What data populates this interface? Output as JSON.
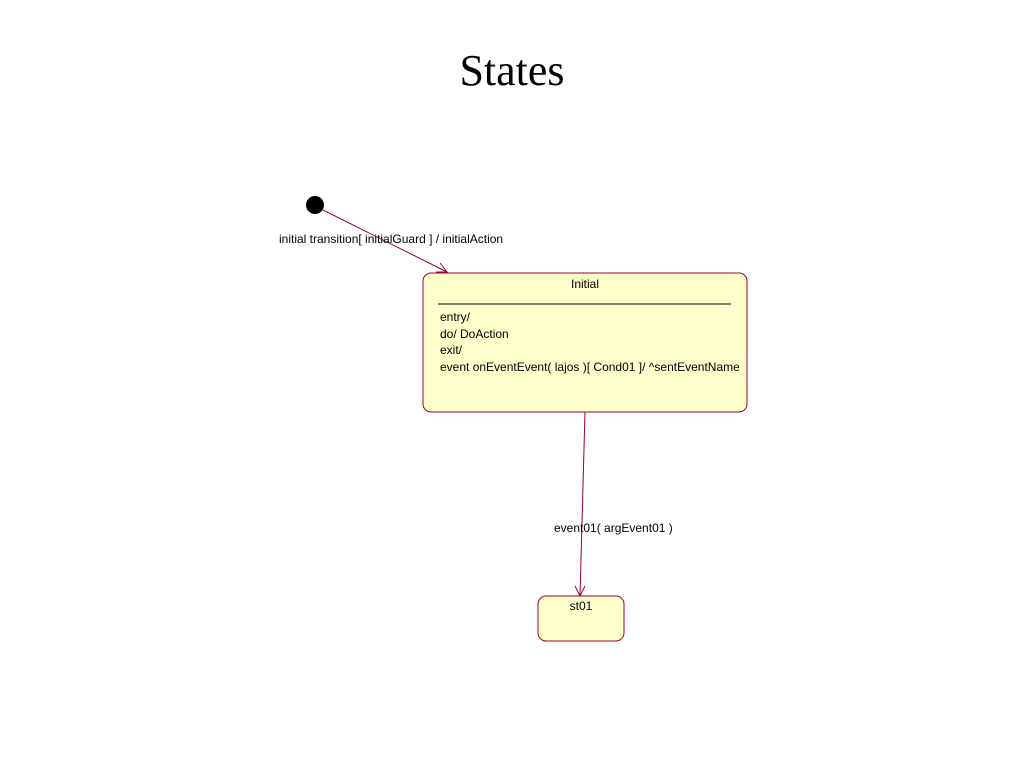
{
  "slide": {
    "title": "States"
  },
  "colors": {
    "state_fill": "#ffffcc",
    "state_stroke": "#990033",
    "transition_line": "#990033",
    "initial_node": "#000000"
  },
  "initial_transition": {
    "label": "initial transition[ initialGuard ] / initialAction"
  },
  "state_initial": {
    "name": "Initial",
    "entry": "entry/",
    "do": "do/ DoAction",
    "exit": "exit/",
    "event": "event onEventEvent( lajos )[ Cond01 ]/ ^sentEventName"
  },
  "transition_event01": {
    "label": "event01( argEvent01 )"
  },
  "state_st01": {
    "name": "st01"
  }
}
